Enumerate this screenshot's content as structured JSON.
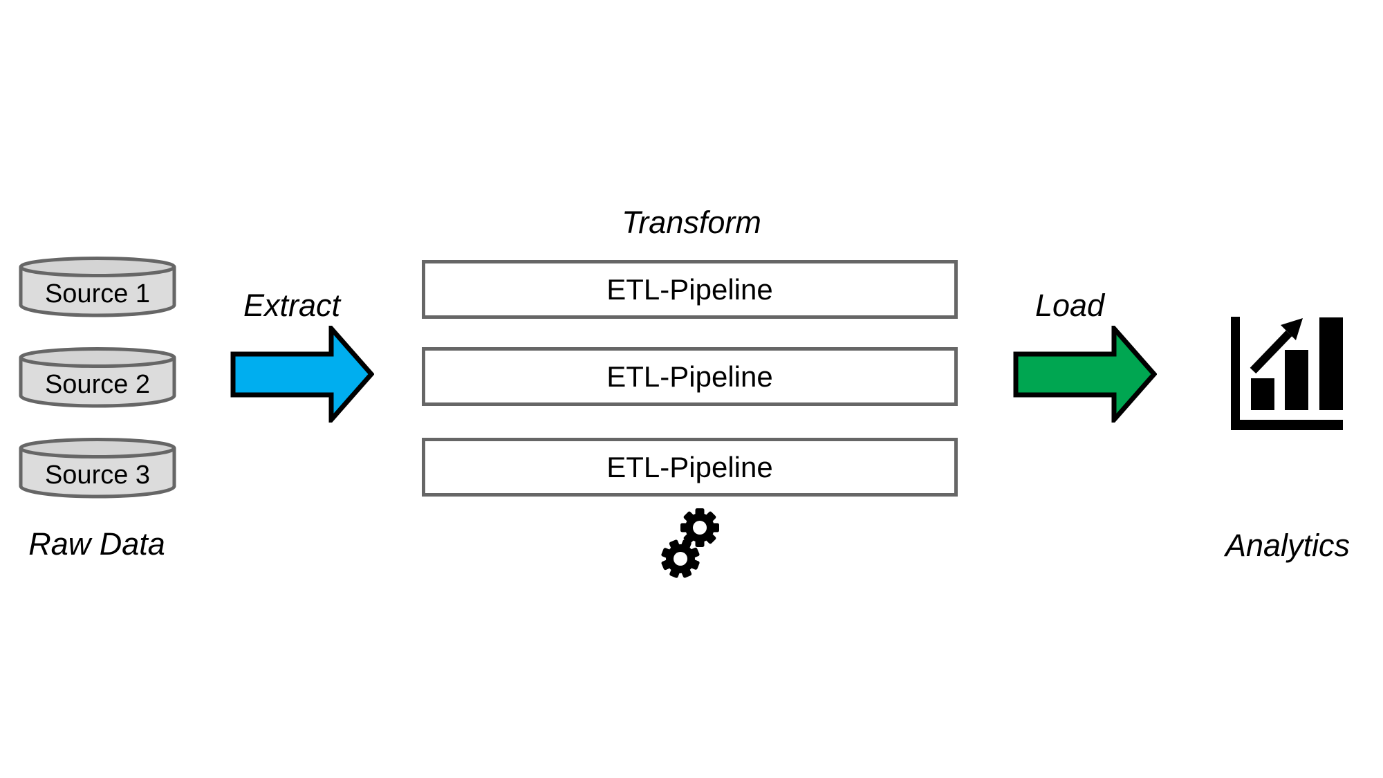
{
  "diagram": {
    "title_hint": "ETL process diagram",
    "stages": {
      "extract_label": "Extract",
      "transform_label": "Transform",
      "load_label": "Load"
    },
    "sources": {
      "items": [
        {
          "label": "Source 1"
        },
        {
          "label": "Source 2"
        },
        {
          "label": "Source 3"
        }
      ],
      "caption": "Raw Data"
    },
    "pipelines": {
      "items": [
        {
          "label": "ETL-Pipeline"
        },
        {
          "label": "ETL-Pipeline"
        },
        {
          "label": "ETL-Pipeline"
        }
      ]
    },
    "analytics": {
      "caption": "Analytics"
    },
    "icons": {
      "sources": "database-cylinder-icon",
      "extract": "right-arrow-icon",
      "transform": "gears-icon",
      "load": "right-arrow-icon",
      "analytics": "bar-chart-growth-icon"
    },
    "colors": {
      "background": "#FFFFFF",
      "extract_arrow_fill": "#00AEEF",
      "load_arrow_fill": "#00A651",
      "arrow_outline": "#000000",
      "cylinder_fill": "#DCDCDC",
      "cylinder_top_fill": "#D4D4D4",
      "shape_outline_gray": "#666666",
      "icon_black": "#000000"
    }
  }
}
